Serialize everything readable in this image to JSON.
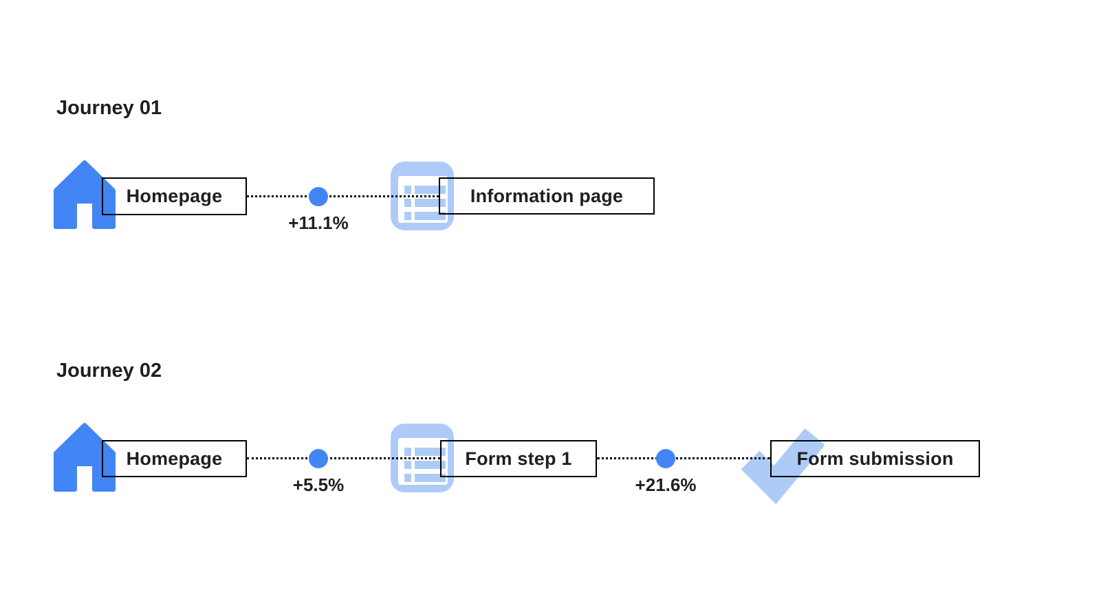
{
  "colors": {
    "primary_blue": "#4285F4",
    "light_blue": "#AECBF8",
    "line_black": "#000000",
    "text_dark": "#1F1F1F",
    "background": "#FFFFFF"
  },
  "journeys": [
    {
      "title": "Journey 01",
      "steps": [
        {
          "icon": "home-icon",
          "label": "Homepage"
        },
        {
          "icon": "information-page-icon",
          "label": "Information page"
        }
      ],
      "transitions": [
        {
          "change": "+11.1%"
        }
      ]
    },
    {
      "title": "Journey 02",
      "steps": [
        {
          "icon": "home-icon",
          "label": "Homepage"
        },
        {
          "icon": "form-page-icon",
          "label": "Form step 1"
        },
        {
          "icon": "checkmark-icon",
          "label": "Form submission"
        }
      ],
      "transitions": [
        {
          "change": "+5.5%"
        },
        {
          "change": "+21.6%"
        }
      ]
    }
  ]
}
